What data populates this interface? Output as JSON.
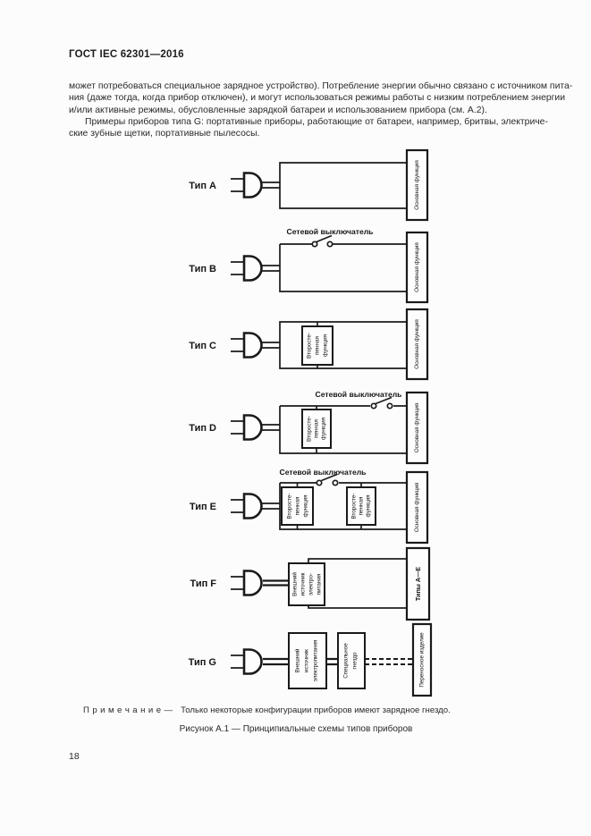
{
  "page": {
    "header": "ГОСТ IEC 62301—2016",
    "page_number": "18",
    "intro_lines": [
      "может потребоваться специальное зарядное устройство). Потребление энергии обычно связано с источником пита-",
      "ния (даже тогда, когда прибор отключен), и могут использоваться режимы работы с низким потреблением энергии",
      "и/или активные режимы, обусловленные зарядкой батареи и использованием прибора (см. А.2)."
    ],
    "examples_lines": [
      "Примеры приборов типа G: портативные приборы, работающие от батареи, например, бритвы, электриче-",
      "ские зубные щетки, портативные пылесосы."
    ],
    "note_label": "П р и м е ч а н и е  —",
    "note_text": "Только некоторые конфигурации приборов имеют зарядное гнездо.",
    "caption": "Рисунок А.1 — Принципиальные схемы типов приборов"
  },
  "diagram": {
    "switch_label": "Сетевой выключатель",
    "main_function": "Основная функция",
    "secondary_function": [
      "Второсте-",
      "пенная",
      "функция"
    ],
    "types": {
      "a": "Тип А",
      "b": "Тип В",
      "c": "Тип С",
      "d": "Тип D",
      "e": "Тип Е",
      "f": "Тип F",
      "g": "Тип G"
    },
    "external_psu_f": [
      "Внешний",
      "источник",
      "электро-",
      "питания"
    ],
    "types_a_e": "Типы А—Е",
    "external_psu_g": [
      "Внешний",
      "источник",
      "электропитания"
    ],
    "special_socket": [
      "Специальное",
      "гнездо"
    ],
    "portable_product": "Переносное изделие"
  }
}
